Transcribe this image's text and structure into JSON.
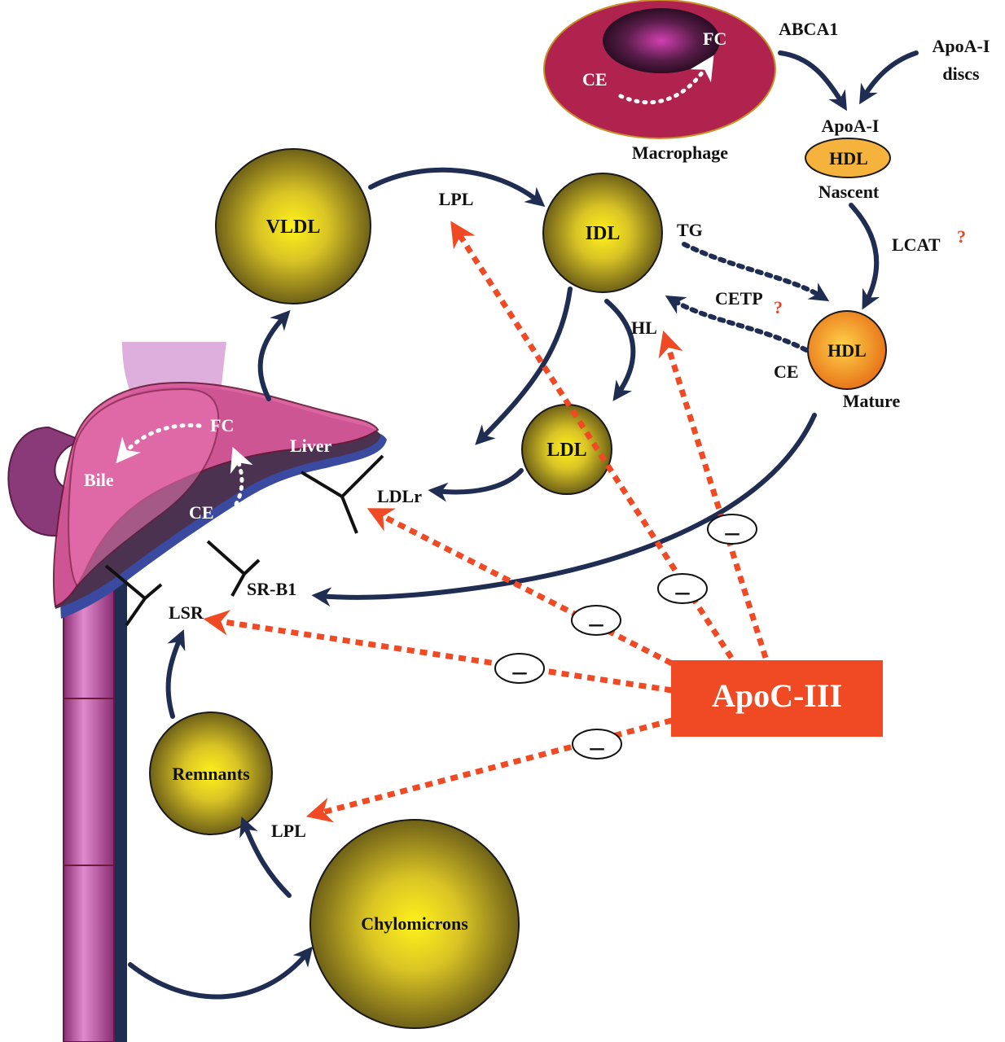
{
  "labels": {
    "abca1": "ABCA1",
    "apoai_discs_1": "ApoA-I",
    "apoai_discs_2": "discs",
    "fc_macrophage": "FC",
    "ce_macrophage": "CE",
    "macrophage": "Macrophage",
    "apoai": "ApoA-I",
    "hdl_nascent": "HDL",
    "nascent": "Nascent",
    "lcat": "LCAT",
    "lcat_q": "?",
    "vldl": "VLDL",
    "lpl_top": "LPL",
    "idl": "IDL",
    "tg": "TG",
    "cetp": "CETP",
    "cetp_q": "?",
    "hl": "HL",
    "hdl_mature": "HDL",
    "ce_hdl": "CE",
    "mature": "Mature",
    "ldl": "LDL",
    "ldlr": "LDLr",
    "fc_liver": "FC",
    "bile": "Bile",
    "liver": "Liver",
    "ce_liver": "CE",
    "srb1": "SR-B1",
    "lsr": "LSR",
    "apociii": "ApoC-III",
    "remnants": "Remnants",
    "lpl_bottom": "LPL",
    "chylomicrons": "Chylomicrons",
    "minus": "–"
  },
  "colors": {
    "arrow": "#1f2d52",
    "inhibition": "#ef4a24",
    "apociii_box": "#ef4a24",
    "lipoprotein_center": "#fff21a",
    "lipoprotein_edge": "#6f6118",
    "hdl_mature": "#f08a1c",
    "hdl_nascent": "#f5b23c",
    "macrophage": "#b0234f",
    "liver": "#d9589a",
    "intestine": "#b04c9a"
  }
}
